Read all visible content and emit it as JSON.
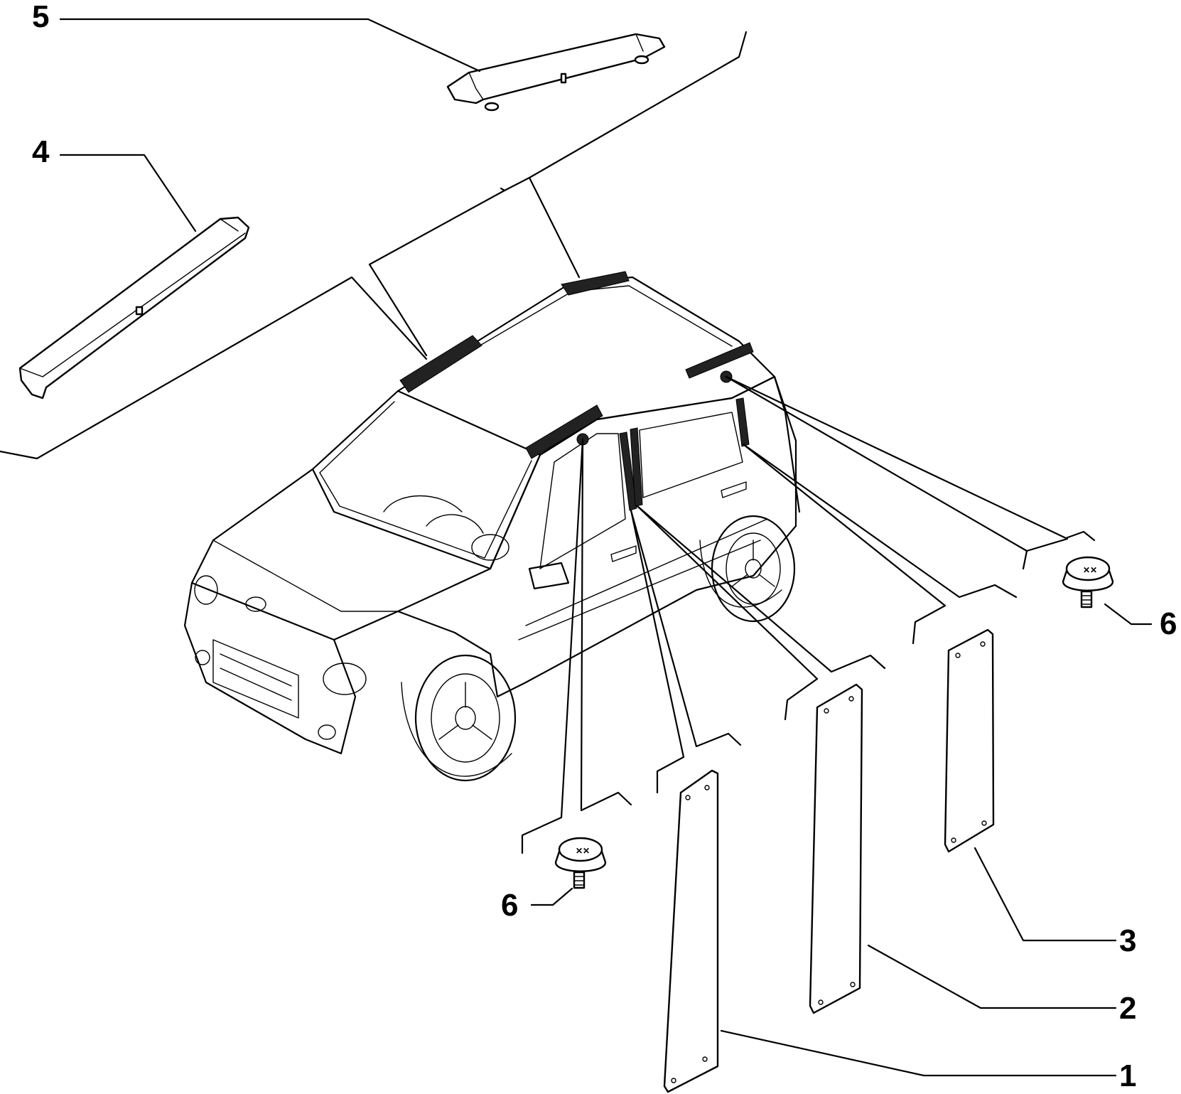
{
  "callouts": {
    "c1": "1",
    "c2": "2",
    "c3": "3",
    "c4": "4",
    "c5": "5",
    "c6_right": "6",
    "c6_left": "6"
  },
  "parts": {
    "p1": "b-pillar-cover-front-door",
    "p2": "b-pillar-cover-middle",
    "p3": "c-pillar-cover-rear-door",
    "p4": "roof-rail-trim-front",
    "p5": "roof-rail-trim-rear",
    "p6": "push-fastener-clip"
  },
  "colors": {
    "line": "#000000",
    "background": "#ffffff"
  }
}
